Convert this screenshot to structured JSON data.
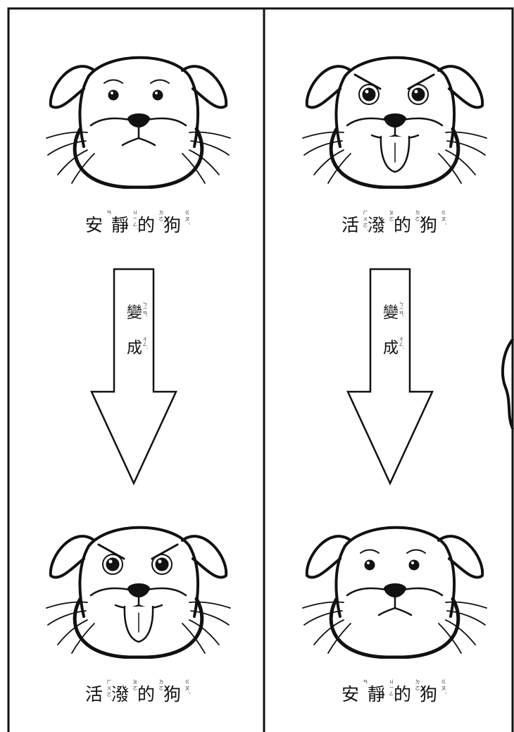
{
  "cards": [
    {
      "top_caption": [
        {
          "char": "安",
          "zhuyin": "ㄢ"
        },
        {
          "char": "靜",
          "zhuyin": "ㄐㄧㄥˋ"
        },
        {
          "char": "的",
          "zhuyin": "ㄉㄜ˙"
        },
        {
          "char": "狗",
          "zhuyin": "ㄍㄡˇ"
        }
      ],
      "arrow_text": [
        {
          "char": "變",
          "zhuyin": "ㄅㄧㄢˋ"
        },
        {
          "char": "成",
          "zhuyin": "ㄔㄥˊ"
        }
      ],
      "bottom_caption": [
        {
          "char": "活",
          "zhuyin": "ㄏㄨㄛˊ"
        },
        {
          "char": "潑",
          "zhuyin": "ㄆㄛ"
        },
        {
          "char": "的",
          "zhuyin": "ㄉㄜ˙"
        },
        {
          "char": "狗",
          "zhuyin": "ㄍㄡˇ"
        }
      ],
      "top_dog": "calm-dog-icon",
      "bottom_dog": "lively-dog-icon"
    },
    {
      "top_caption": [
        {
          "char": "活",
          "zhuyin": "ㄏㄨㄛˊ"
        },
        {
          "char": "潑",
          "zhuyin": "ㄆㄛ"
        },
        {
          "char": "的",
          "zhuyin": "ㄉㄜ˙"
        },
        {
          "char": "狗",
          "zhuyin": "ㄍㄡˇ"
        }
      ],
      "arrow_text": [
        {
          "char": "變",
          "zhuyin": "ㄅㄧㄢˋ"
        },
        {
          "char": "成",
          "zhuyin": "ㄔㄥˊ"
        }
      ],
      "bottom_caption": [
        {
          "char": "安",
          "zhuyin": "ㄢ"
        },
        {
          "char": "靜",
          "zhuyin": "ㄐㄧㄥˋ"
        },
        {
          "char": "的",
          "zhuyin": "ㄉㄜ˙"
        },
        {
          "char": "狗",
          "zhuyin": "ㄍㄡˇ"
        }
      ],
      "top_dog": "lively-dog-icon",
      "bottom_dog": "calm-dog-icon"
    }
  ]
}
